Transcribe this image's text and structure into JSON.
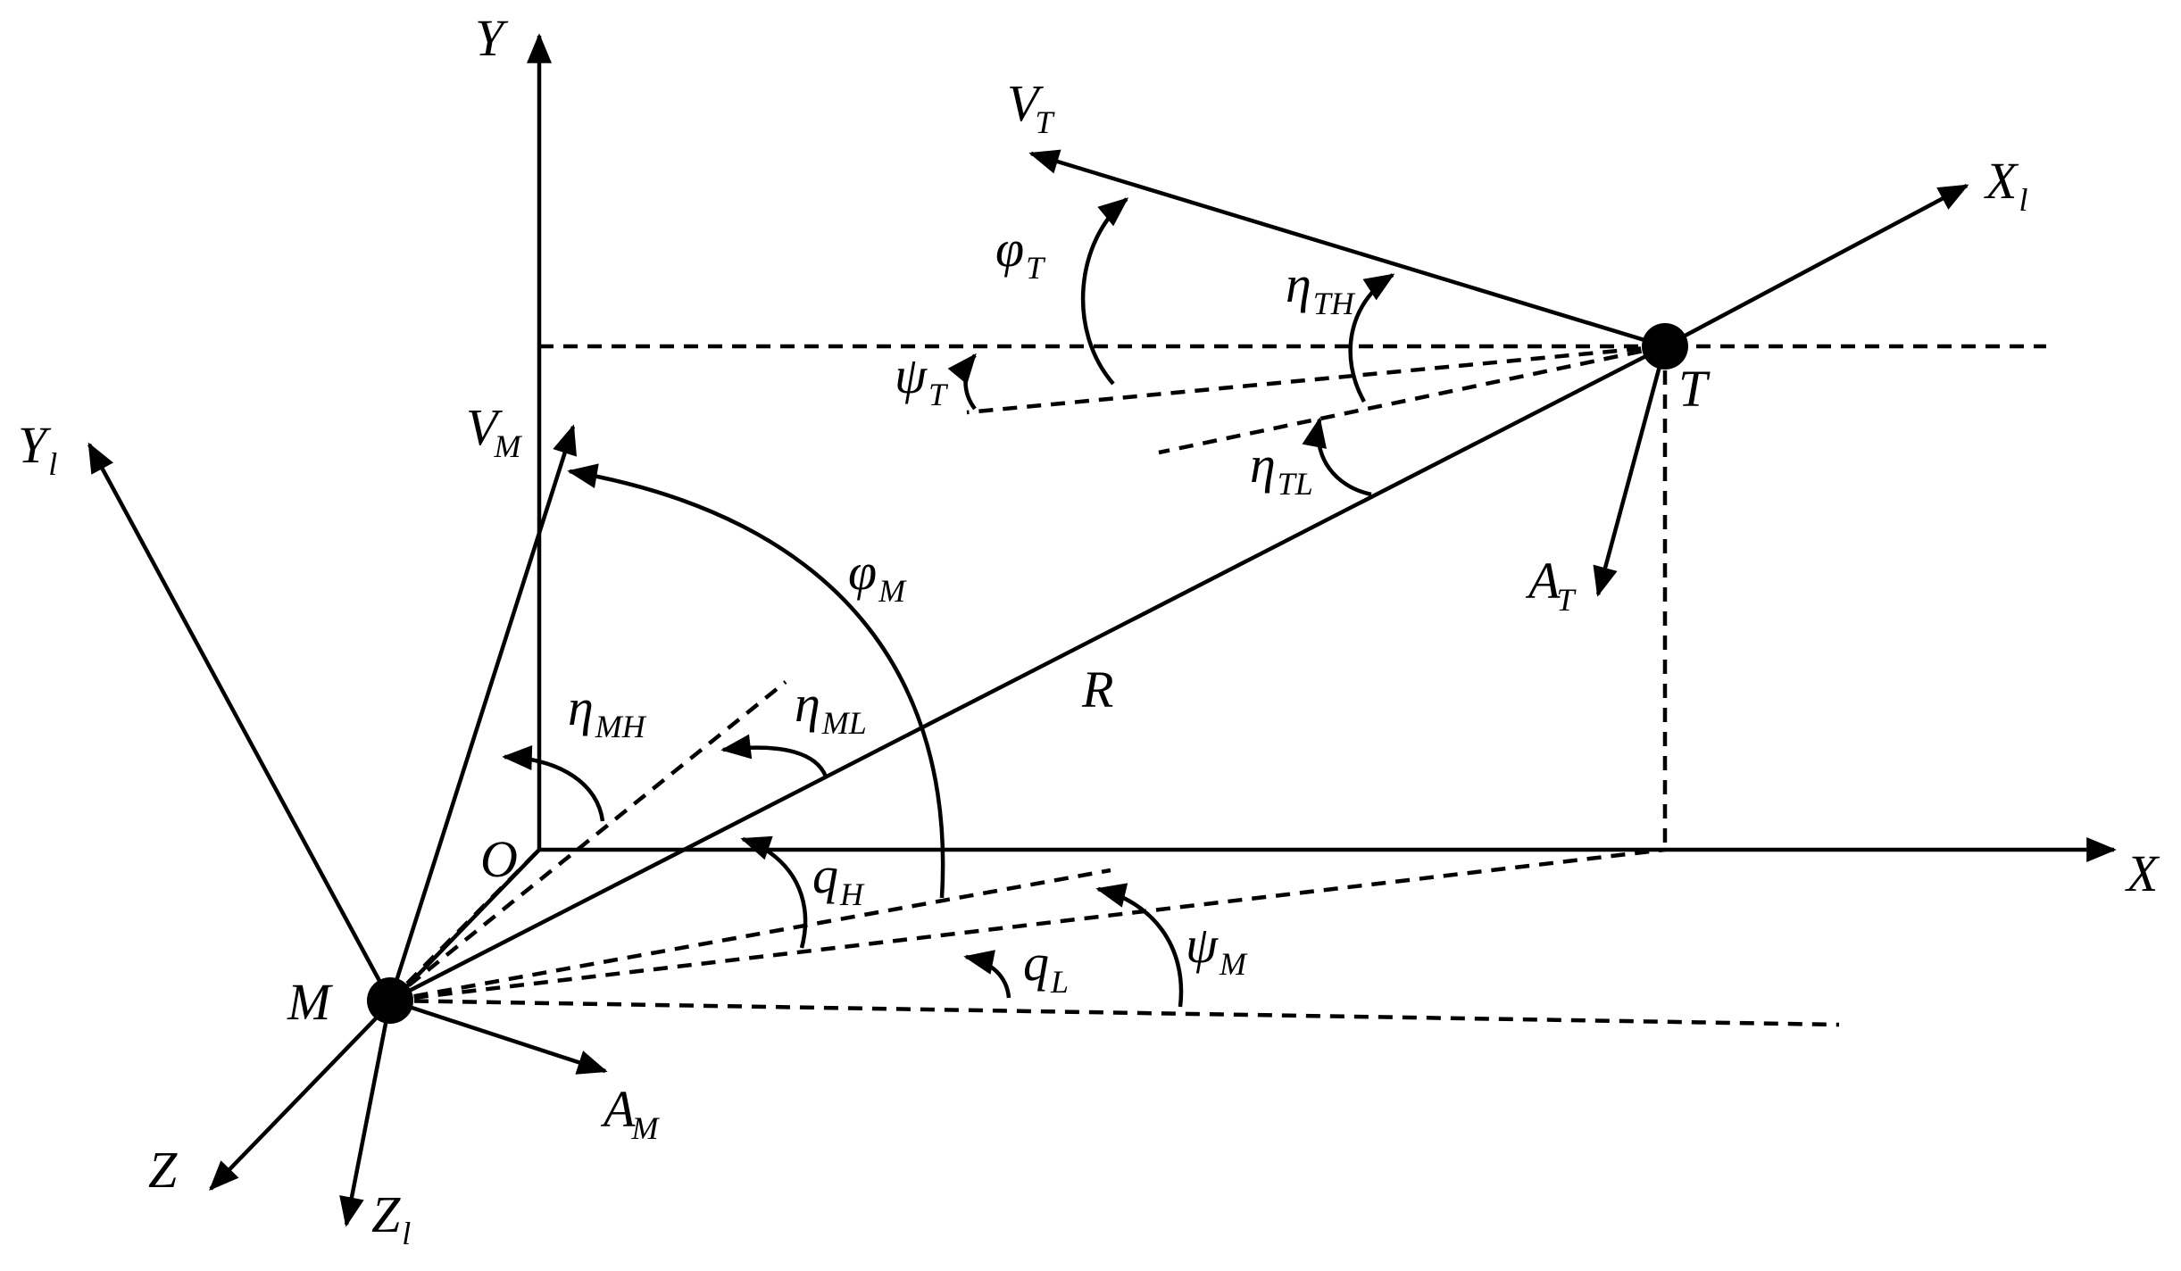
{
  "labels": {
    "Y": "Y",
    "X": "X",
    "Z": "Z",
    "O": "O",
    "M": "M",
    "T": "T",
    "R": "R",
    "VT": {
      "main": "V",
      "sub": "T"
    },
    "VM": {
      "main": "V",
      "sub": "M"
    },
    "XI": {
      "main": "X",
      "sub": "l"
    },
    "YI": {
      "main": "Y",
      "sub": "l"
    },
    "ZI": {
      "main": "Z",
      "sub": "l"
    },
    "AT": {
      "main": "A",
      "sub": "T"
    },
    "AM": {
      "main": "A",
      "sub": "M"
    },
    "phiT": {
      "main": "φ",
      "sub": "T"
    },
    "phiM": {
      "main": "φ",
      "sub": "M"
    },
    "psiT": {
      "main": "ψ",
      "sub": "T"
    },
    "psiM": {
      "main": "ψ",
      "sub": "M"
    },
    "etaTH": {
      "main": "η",
      "sub": "TH"
    },
    "etaTL": {
      "main": "η",
      "sub": "TL"
    },
    "etaMH": {
      "main": "η",
      "sub": "MH"
    },
    "etaML": {
      "main": "η",
      "sub": "ML"
    },
    "qH": {
      "main": "q",
      "sub": "H"
    },
    "qL": {
      "main": "q",
      "sub": "L"
    }
  }
}
